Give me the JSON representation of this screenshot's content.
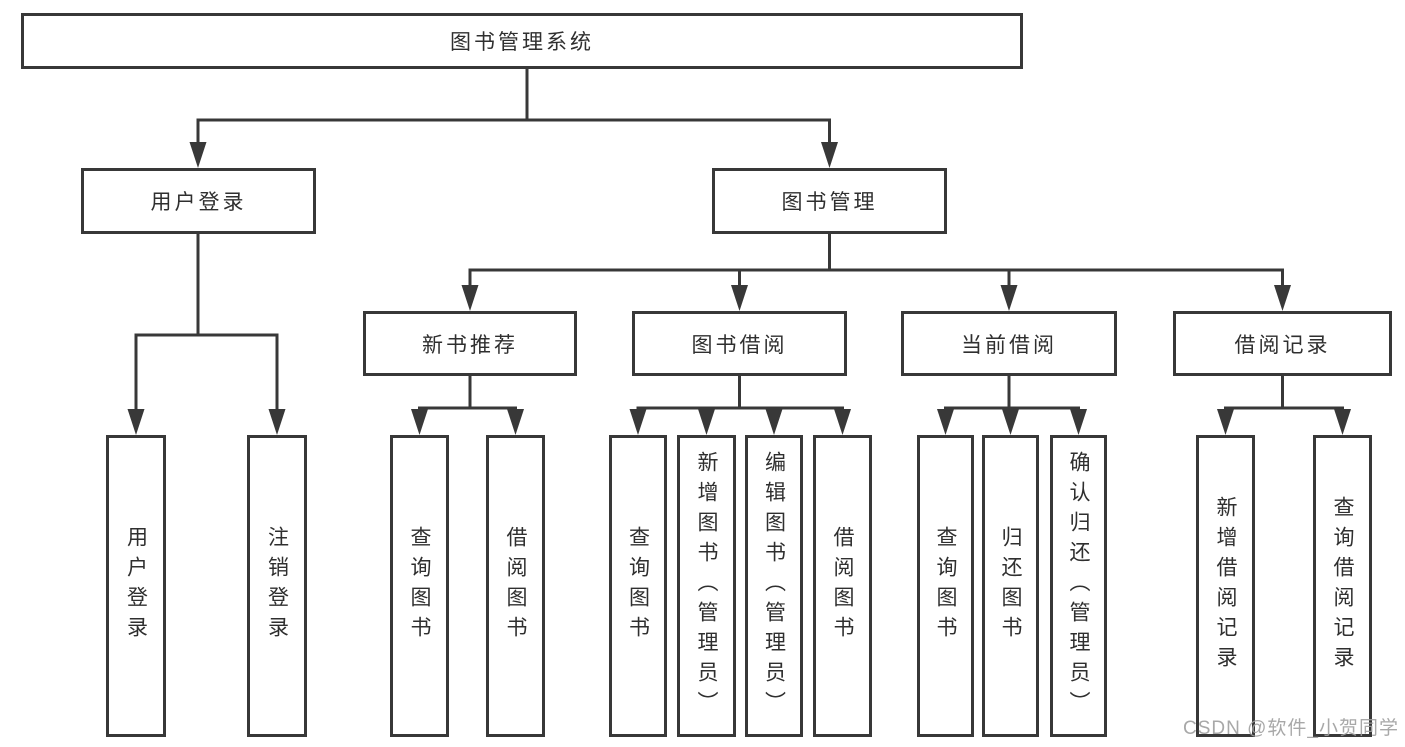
{
  "page": {
    "background": "#ffffff",
    "watermark": "CSDN @软件_小贺同学"
  },
  "colors": {
    "line": "#383838",
    "border": "#383838",
    "text": "#2f2f2f",
    "box_background": "#ffffff",
    "watermark": "#9e9e9e"
  },
  "diagram": {
    "type": "hierarchy",
    "root": {
      "label": "图书管理系统"
    },
    "level2": {
      "user_login": {
        "label": "用户登录"
      },
      "book_mgmt": {
        "label": "图书管理"
      }
    },
    "level3": {
      "new_books": {
        "label": "新书推荐"
      },
      "book_borrow": {
        "label": "图书借阅"
      },
      "current_borrow": {
        "label": "当前借阅"
      },
      "borrow_records": {
        "label": "借阅记录"
      }
    },
    "leaves": {
      "login": "用户登录",
      "logout": "注销登录",
      "nb_query": "查询图书",
      "nb_borrow": "借阅图书",
      "bb_query": "查询图书",
      "bb_add": "新增图书（管理员）",
      "bb_edit": "编辑图书（管理员）",
      "bb_borrow": "借阅图书",
      "cb_query": "查询图书",
      "cb_return": "归还图书",
      "cb_confirm": "确认归还（管理员）",
      "br_add": "新增借阅记录",
      "br_query": "查询借阅记录"
    },
    "structure": {
      "图书管理系统": [
        "用户登录",
        "图书管理"
      ],
      "用户登录": [
        "用户登录",
        "注销登录"
      ],
      "图书管理": [
        "新书推荐",
        "图书借阅",
        "当前借阅",
        "借阅记录"
      ],
      "新书推荐": [
        "查询图书",
        "借阅图书"
      ],
      "图书借阅": [
        "查询图书",
        "新增图书（管理员）",
        "编辑图书（管理员）",
        "借阅图书"
      ],
      "当前借阅": [
        "查询图书",
        "归还图书",
        "确认归还（管理员）"
      ],
      "借阅记录": [
        "新增借阅记录",
        "查询借阅记录"
      ]
    }
  }
}
